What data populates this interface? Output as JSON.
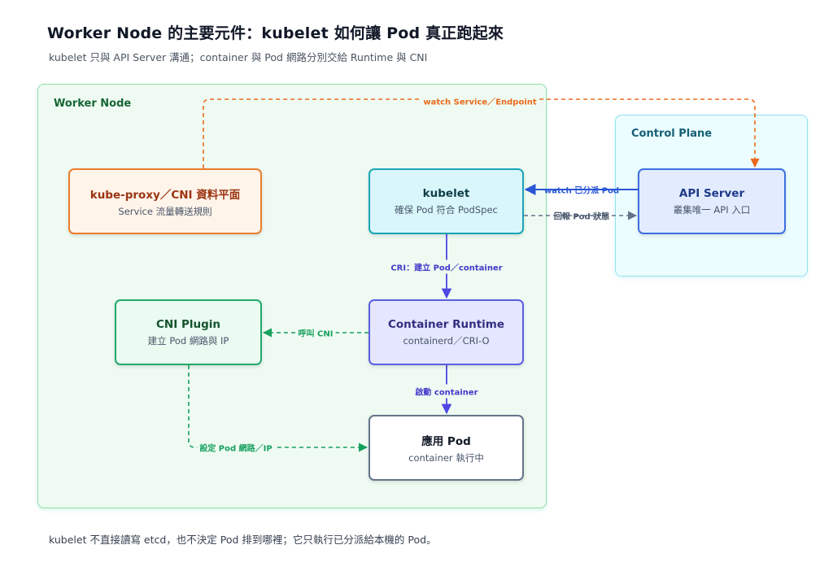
{
  "header": {
    "title": "Worker Node 的主要元件：kubelet 如何讓 Pod 真正跑起來",
    "subtitle": "kubelet 只與 API Server 溝通；container 與 Pod 網路分別交給 Runtime 與 CNI"
  },
  "regions": {
    "worker": {
      "label": "Worker Node"
    },
    "control": {
      "label": "Control Plane"
    }
  },
  "nodes": {
    "proxy": {
      "title": "kube-proxy／CNI 資料平面",
      "subtitle": "Service 流量轉送規則"
    },
    "kubelet": {
      "title": "kubelet",
      "subtitle": "確保 Pod 符合 PodSpec"
    },
    "api": {
      "title": "API Server",
      "subtitle": "叢集唯一 API 入口"
    },
    "cni": {
      "title": "CNI Plugin",
      "subtitle": "建立 Pod 網路與 IP"
    },
    "runtime": {
      "title": "Container Runtime",
      "subtitle": "containerd／CRI-O"
    },
    "pod": {
      "title": "應用 Pod",
      "subtitle": "container 執行中"
    }
  },
  "edges": {
    "watch_service": "watch Service／Endpoint",
    "watch_pod": "watch 已分派 Pod",
    "report_status": "回報 Pod 狀態",
    "cri_create": "CRI：建立 Pod／container",
    "call_cni": "呼叫 CNI",
    "start_container": "啟動 container",
    "set_network": "設定 Pod 網路／IP"
  },
  "colors": {
    "orange": "#ea6a1c",
    "blue": "#2a56d6",
    "slate": "#64748b",
    "indigo": "#4f46e5",
    "green": "#16a05e"
  },
  "footnote": "kubelet 不直接讀寫 etcd，也不決定 Pod 排到哪裡；它只執行已分派給本機的 Pod。"
}
